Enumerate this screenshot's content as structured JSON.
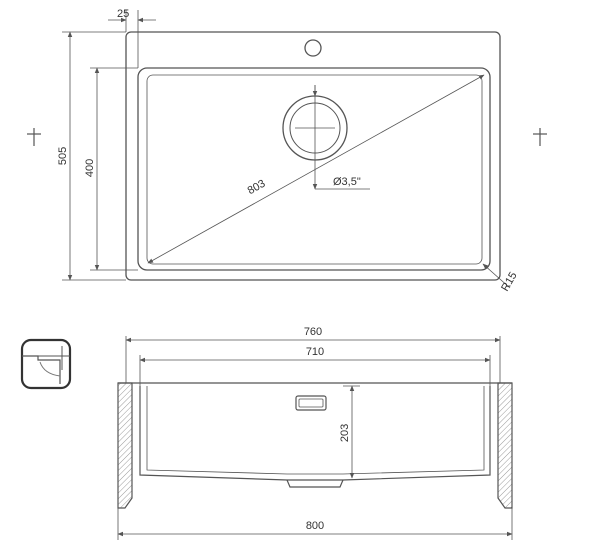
{
  "diagram": {
    "top_view": {
      "dim_rim_width": "25",
      "dim_overall_height": "505",
      "dim_bowl_height": "400",
      "dim_diagonal": "803",
      "dim_drain": "Ø3,5\"",
      "dim_corner_radius": "R15"
    },
    "side_view": {
      "dim_outer_width": "760",
      "dim_bowl_width": "710",
      "dim_depth": "203",
      "dim_overall_width": "800"
    }
  },
  "colors": {
    "line": "#555555",
    "text": "#333333",
    "hatch": "#9a9a9a"
  }
}
